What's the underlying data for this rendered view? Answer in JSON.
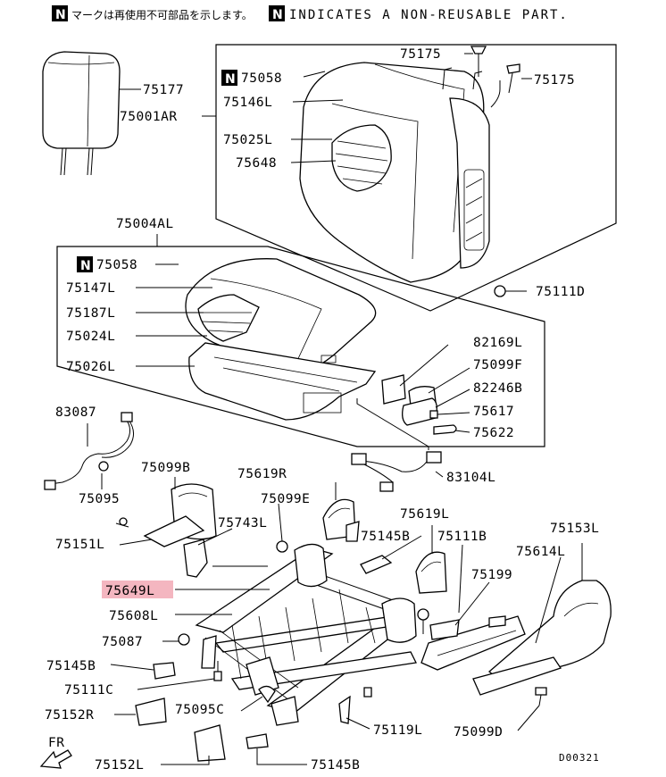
{
  "header": {
    "badge_letter": "N",
    "jp_note": "マークは再使用不可部品を示します。",
    "en_note": "INDICATES A NON-REUSABLE PART."
  },
  "labels": {
    "p75177": "75177",
    "p75001AR": "75001AR",
    "p75058_top": "75058",
    "p75146L": "75146L",
    "p75025L": "75025L",
    "p75648": "75648",
    "p75175_a": "75175",
    "p75175_b": "75175",
    "p75004AL": "75004AL",
    "p75058_mid": "75058",
    "p75147L": "75147L",
    "p75187L": "75187L",
    "p75024L": "75024L",
    "p75026L": "75026L",
    "p75111D": "75111D",
    "p82169L": "82169L",
    "p75099F": "75099F",
    "p82246B": "82246B",
    "p75617": "75617",
    "p75622": "75622",
    "p83087": "83087",
    "p75095": "75095",
    "p75099B": "75099B",
    "p75619R": "75619R",
    "p75099E": "75099E",
    "p83104L": "83104L",
    "p75743L": "75743L",
    "p75151L": "75151L",
    "p75619L": "75619L",
    "p75145B_a": "75145B",
    "p75111B": "75111B",
    "p75153L": "75153L",
    "p75614L": "75614L",
    "p75649L": "75649L",
    "p75199": "75199",
    "p75608L": "75608L",
    "p75087": "75087",
    "p75145B_b": "75145B",
    "p75111C": "75111C",
    "p75152R": "75152R",
    "p75095C": "75095C",
    "p75119L": "75119L",
    "p75099D": "75099D",
    "p75152L": "75152L",
    "p75145B_c": "75145B",
    "fr": "FR",
    "code": "D00321"
  },
  "highlight": {
    "color": "#f4b6c0",
    "label": "75649L"
  }
}
